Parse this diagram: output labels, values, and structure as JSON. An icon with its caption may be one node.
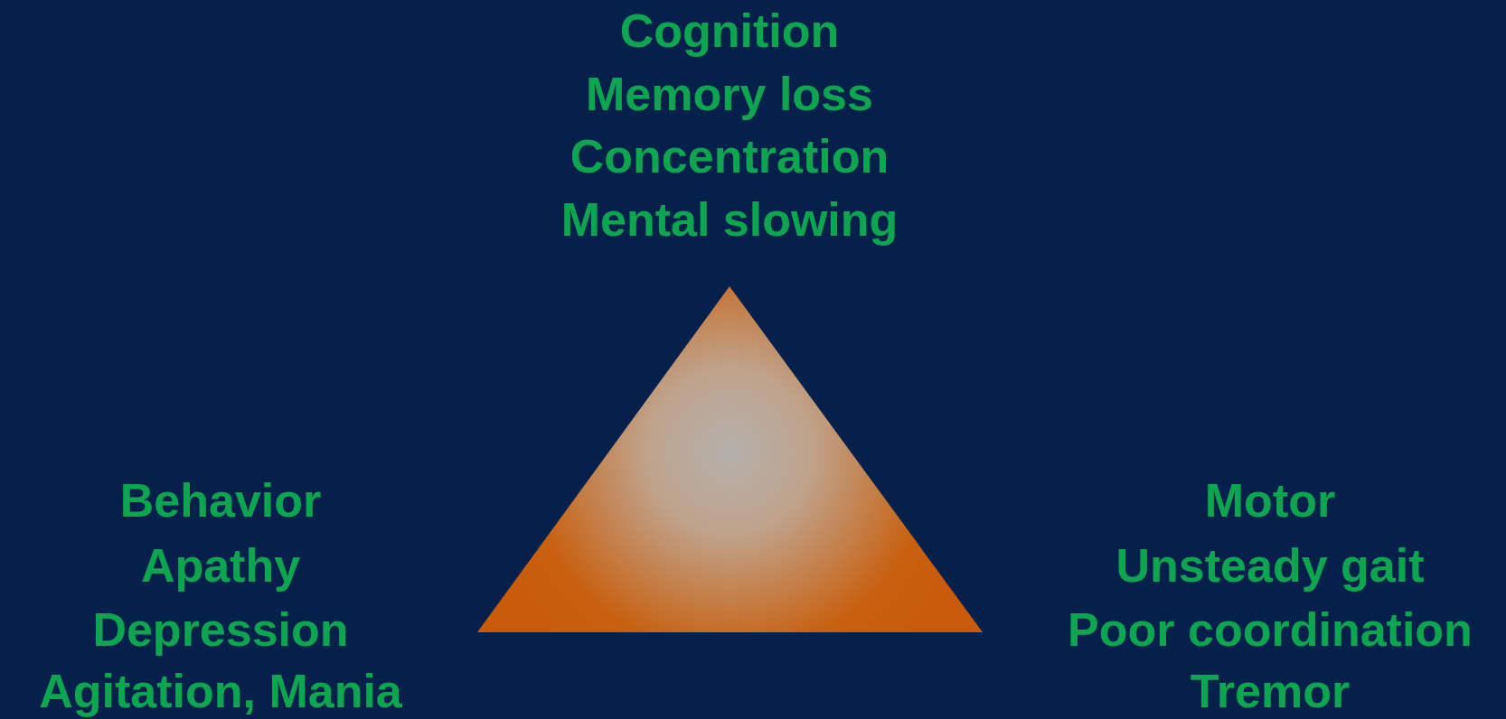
{
  "diagram": {
    "labels": [
      "Cognition",
      "Memory loss",
      "Concentration",
      "Mental slowing",
      "Behavior",
      "Apathy",
      "Depression",
      "Agitation, Mania",
      "Motor",
      "Unsteady gait",
      "Poor coordination",
      "Tremor"
    ]
  }
}
